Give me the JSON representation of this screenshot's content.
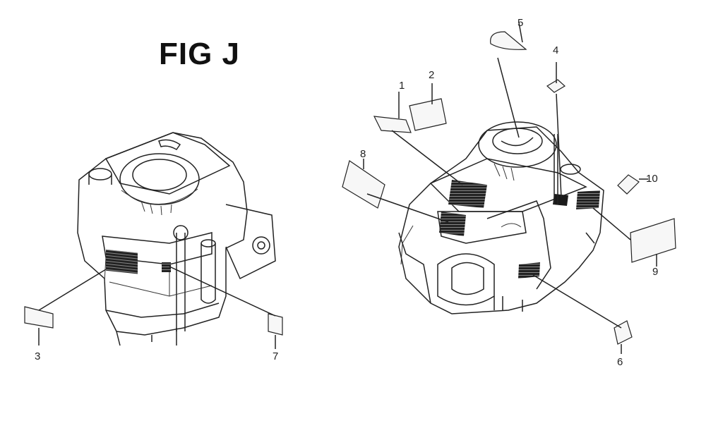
{
  "figure": {
    "title": "FIG J"
  },
  "callouts": [
    "1",
    "2",
    "3",
    "4",
    "5",
    "6",
    "7",
    "8",
    "9",
    "10"
  ]
}
